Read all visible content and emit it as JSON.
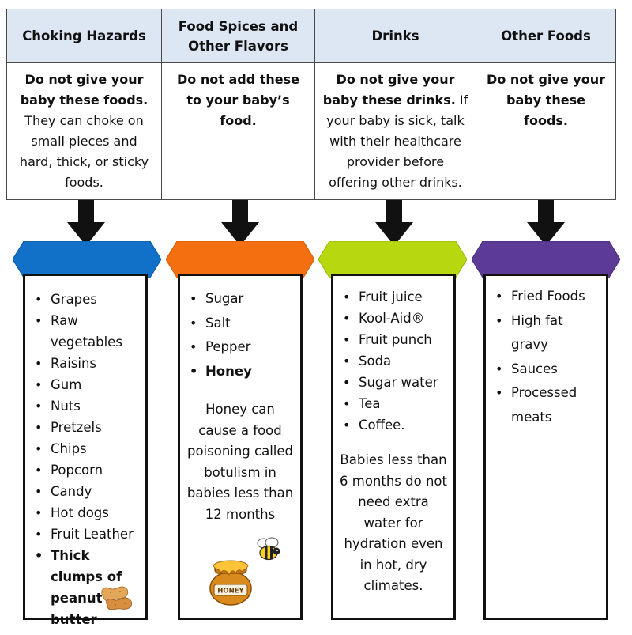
{
  "columns": [
    {
      "header": "Choking Hazards",
      "desc_bold": "Do not give your baby these foods.",
      "desc_rest": " They can choke on small pieces and hard, thick, or sticky foods.",
      "color": "#1170c8",
      "items": [
        "Grapes",
        "Raw vegetables",
        "Raisins",
        "Gum",
        "Nuts",
        "Pretzels",
        "Chips",
        "Popcorn",
        "Candy",
        "Hot dogs",
        "Fruit Leather"
      ],
      "bold_item": "Thick clumps of peanut butter",
      "icon": "peanut-icon"
    },
    {
      "header": "Food Spices and Other Flavors",
      "desc_bold": "Do not add these to your baby’s food.",
      "desc_rest": "",
      "color": "#f36f10",
      "items": [
        "Sugar",
        "Salt",
        "Pepper"
      ],
      "bold_item": "Honey",
      "note": "Honey can cause a food poisoning called botulism in babies less than 12 months",
      "icon": "honey-pot-icon",
      "icon_label": "HONEY",
      "icon2": "bee-icon"
    },
    {
      "header": "Drinks",
      "desc_bold": "Do not give your baby these drinks.",
      "desc_rest": " If your baby is sick, talk with their healthcare provider before offering other drinks.",
      "color": "#b7d80e",
      "items": [
        "Fruit juice",
        "Kool-Aid®",
        "Fruit punch",
        "Soda",
        "Sugar water",
        "Tea",
        "Coffee."
      ],
      "note": "Babies less than 6 months do not need extra water for hydration even in hot, dry climates."
    },
    {
      "header": "Other Foods",
      "desc_bold": "Do not give your baby these foods.",
      "desc_rest": "",
      "color": "#5b3b96",
      "items": [
        "Fried Foods",
        "High fat gravy",
        "Sauces",
        "Processed meats"
      ]
    }
  ]
}
